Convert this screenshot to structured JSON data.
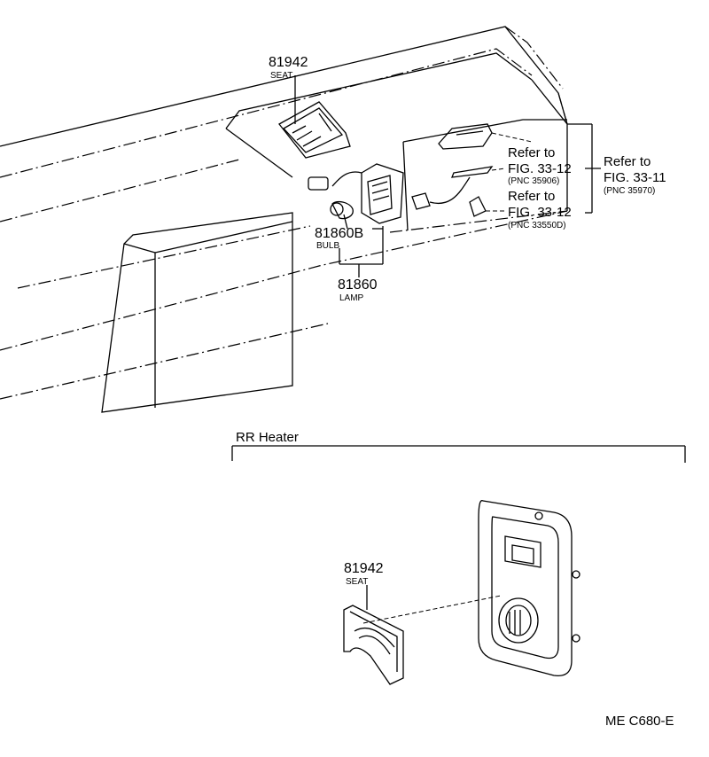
{
  "callouts": {
    "seat_top": {
      "number": "81942",
      "name": "SEAT"
    },
    "bulb": {
      "number": "81860B",
      "name": "BULB"
    },
    "lamp": {
      "number": "81860",
      "name": "LAMP"
    },
    "ref_1": {
      "refer": "Refer to",
      "fig": "FIG. 33-12",
      "pnc": "(PNC 35906)"
    },
    "ref_2": {
      "refer": "Refer to",
      "fig": "FIG. 33-12",
      "pnc": "(PNC 33550D)"
    },
    "ref_3": {
      "refer": "Refer to",
      "fig": "FIG. 33-11",
      "pnc": "(PNC 35970)"
    },
    "seat_heater": {
      "number": "81942",
      "name": "SEAT"
    }
  },
  "section": {
    "title": "RR  Heater"
  },
  "figure_code": "ME  C680-E"
}
